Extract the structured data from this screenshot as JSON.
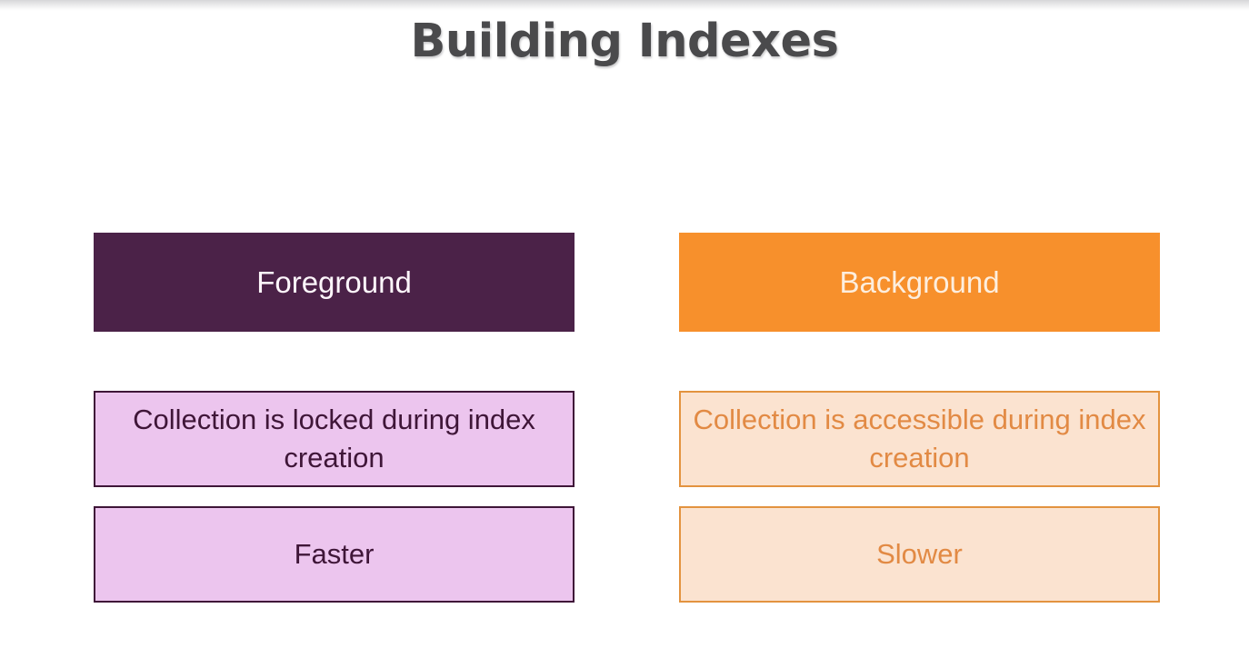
{
  "slide": {
    "title": "Building Indexes",
    "title_color": "#4a4a4c",
    "background_color": "#ffffff"
  },
  "comparison": {
    "columns": [
      {
        "id": "foreground",
        "header": {
          "label": "Foreground",
          "fill_color": "#4b2248",
          "text_color": "#fdf6fb"
        },
        "fill_color": "#ecc5ee",
        "border_color": "#3f1638",
        "text_color": "#3f1638",
        "rows": [
          {
            "label": "Collection is locked during index creation"
          },
          {
            "label": "Faster"
          }
        ]
      },
      {
        "id": "background",
        "header": {
          "label": "Background",
          "fill_color": "#f7902c",
          "text_color": "#fdeede"
        },
        "fill_color": "#fbe3d0",
        "border_color": "#e3933f",
        "text_color": "#e28a44",
        "rows": [
          {
            "label": "Collection is accessible during index creation"
          },
          {
            "label": "Slower"
          }
        ]
      }
    ]
  }
}
